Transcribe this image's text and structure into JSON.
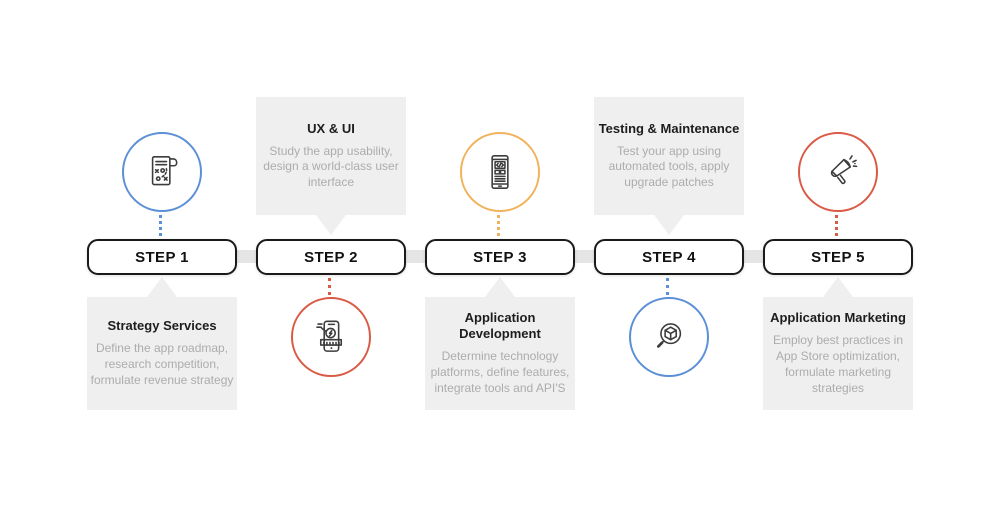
{
  "colors": {
    "background": "#ffffff",
    "blue": "#5b8fd6",
    "red": "#d95a45",
    "orange": "#f2b25c",
    "box_bg": "#efefef",
    "connector": "#e5e5e5",
    "title_text": "#1d1d1d",
    "body_text": "#acacac",
    "button_border": "#1a1a1a",
    "button_text": "#111111",
    "icon_stroke": "#3c3c3c"
  },
  "steps": [
    {
      "label": "STEP 1",
      "title": "Strategy Services",
      "description": "Define the app roadmap, research competition, formulate revenue strategy",
      "accent": "#5b8fd6",
      "icon": "strategy-plan-icon",
      "icon_position": "top"
    },
    {
      "label": "STEP 2",
      "title": "UX & UI",
      "description": "Study the app usability, design a world-class user interface",
      "accent": "#d95a45",
      "icon": "phone-ux-design-icon",
      "icon_position": "bottom"
    },
    {
      "label": "STEP 3",
      "title": "Application Development",
      "description": "Determine technology platforms, define features, integrate tools and API'S",
      "accent": "#f2b25c",
      "icon": "phone-code-icon",
      "icon_position": "top"
    },
    {
      "label": "STEP 4",
      "title": "Testing & Maintenance",
      "description": "Test your app using automated tools, apply upgrade patches",
      "accent": "#5b8fd6",
      "icon": "magnifier-cube-icon",
      "icon_position": "bottom"
    },
    {
      "label": "STEP 5",
      "title": "Application Marketing",
      "description": "Employ best practices in App Store optimization, formulate marketing strategies",
      "accent": "#d95a45",
      "icon": "megaphone-icon",
      "icon_position": "top"
    }
  ]
}
